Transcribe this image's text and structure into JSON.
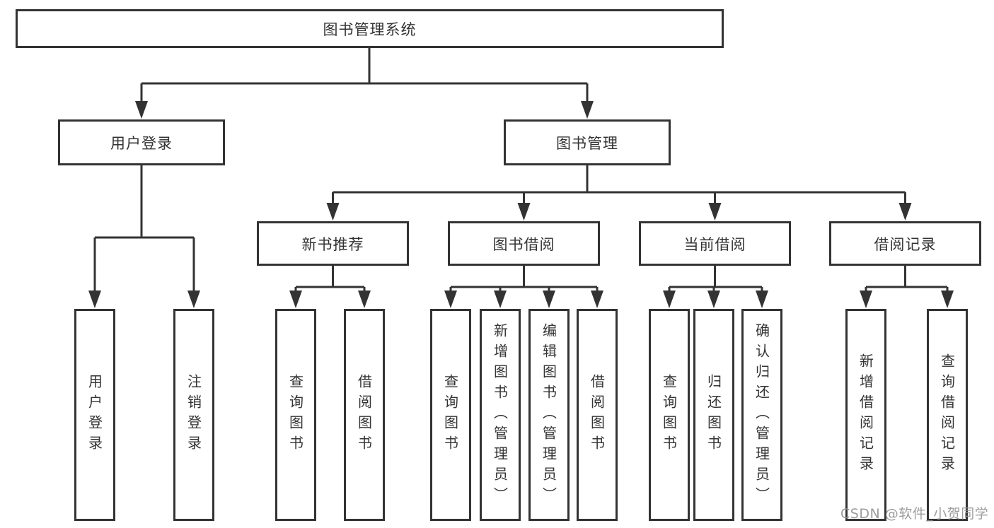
{
  "diagram": {
    "title": "图书管理系统",
    "root": {
      "label": "图书管理系统"
    },
    "level2": {
      "user_login": {
        "label": "用户登录"
      },
      "book_mgmt": {
        "label": "图书管理"
      }
    },
    "level3": {
      "new_book": {
        "label": "新书推荐"
      },
      "book_borrow": {
        "label": "图书借阅"
      },
      "current_borrow": {
        "label": "当前借阅"
      },
      "borrow_record": {
        "label": "借阅记录"
      }
    },
    "leaves": {
      "user_login_children": [
        "用户登录",
        "注销登录"
      ],
      "new_book_children": [
        "查询图书",
        "借阅图书"
      ],
      "book_borrow_children": [
        "查询图书",
        "新增图书（管理员）",
        "编辑图书（管理员）",
        "借阅图书"
      ],
      "current_borrow_children": [
        "查询图书",
        "归还图书",
        "确认归还（管理员）"
      ],
      "borrow_record_children": [
        "新增借阅记录",
        "查询借阅记录"
      ]
    }
  },
  "watermark": "CSDN @软件_小贺同学",
  "colors": {
    "line": "#333333",
    "text": "#333333",
    "background": "#ffffff",
    "watermark": "#949494"
  }
}
